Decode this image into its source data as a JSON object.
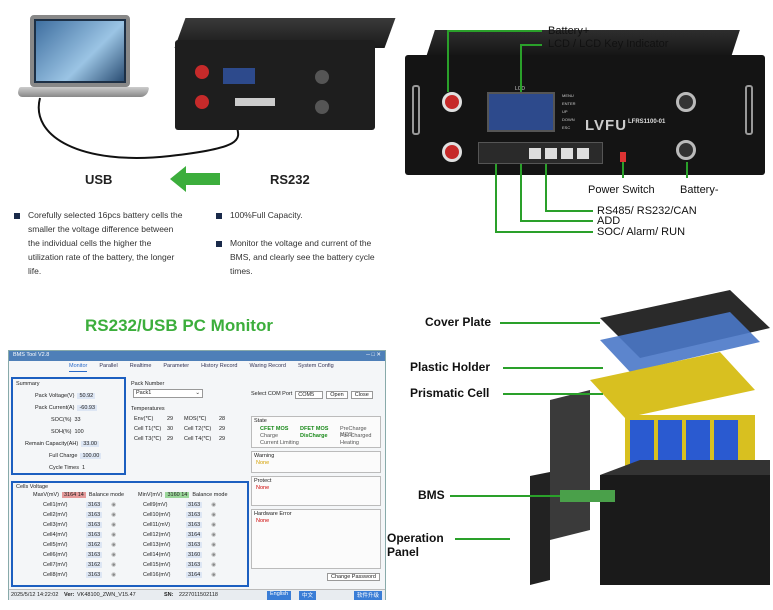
{
  "top_left": {
    "usb_label": "USB",
    "rs232_label": "RS232",
    "bullets_left": [
      "Corefully selected 16pcs battery cells the",
      "smaller the voltage difference between",
      "the individual cells the higher the",
      "utilization rate of the battery, the longer",
      "life."
    ],
    "bullets_right_1": "100%Full Capacity.",
    "bullets_right_2": [
      "Monitor the voltage and current of the",
      "BMS, and clearly see the battery cycle",
      "times."
    ]
  },
  "front_panel": {
    "lcd_label": "LCD",
    "brand": "LVFU",
    "model": "LFRS1100-01",
    "keys": [
      "MENU",
      "ENTER",
      "UP",
      "DOWN",
      "ESC"
    ],
    "callouts": {
      "battery_plus": "Battery+",
      "lcd_key": "LCD / LCD Key Indicator",
      "power_switch": "Power Switch",
      "battery_minus": "Battery-",
      "rs485": "RS485/ RS232/CAN",
      "add": "ADD",
      "soc": "SOC/ Alarm/ RUN"
    }
  },
  "bms_tool": {
    "heading": "RS232/USB PC Monitor",
    "window_title": "BMS Tool V2.8",
    "tabs": [
      "Monitor",
      "Parallel",
      "Realtime",
      "Parameter",
      "History Record",
      "Waring Record",
      "System Config"
    ],
    "summary": {
      "title": "Summary",
      "rows": [
        {
          "label": "Pack Voltage(V)",
          "value": "50.92"
        },
        {
          "label": "Pack Current(A)",
          "value": "-60.93"
        },
        {
          "label": "SOC(%)",
          "value": "33"
        },
        {
          "label": "SOH(%)",
          "value": "100"
        },
        {
          "label": "Remain Capacity(AH)",
          "value": "33.00"
        },
        {
          "label": "Full Charge",
          "value": "100.00"
        },
        {
          "label": "Cycle Times",
          "value": "1"
        }
      ]
    },
    "pack_number_label": "Pack Number",
    "pack_number_value": "Pack1",
    "com_port_label": "Select COM Port",
    "com_port_value": "COM5",
    "open_btn": "Open",
    "close_btn": "Close",
    "temperatures_title": "Temperatures",
    "temps": [
      {
        "label": "Env(℃)",
        "value": "29",
        "label2": "MOS(℃)",
        "value2": "28"
      },
      {
        "label": "Cell T1(℃)",
        "value": "30",
        "label2": "Cell T2(℃)",
        "value2": "29"
      },
      {
        "label": "Cell T3(℃)",
        "value": "29",
        "label2": "Cell T4(℃)",
        "value2": "29"
      }
    ],
    "state_title": "State",
    "state_items": [
      "CFET MOS",
      "DFET MOS",
      "PreCharge MOS",
      "Charge",
      "DisCharge",
      "Full Charged",
      "Current Limiting",
      "",
      "Heating"
    ],
    "warning_title": "Warning",
    "warning_value": "None",
    "protect_title": "Protect",
    "protect_value": "None",
    "hw_error_title": "Hardware Error",
    "hw_error_value": "None",
    "cells_title": "Cells Voltage",
    "max_v_label": "MaxV(mV)",
    "max_v_value": "3164 14",
    "min_v_label": "MinV(mV)",
    "min_v_value": "3160 14",
    "balance_label": "Balance mode",
    "cells_left": [
      {
        "label": "Cell1(mV)",
        "value": "3163"
      },
      {
        "label": "Cell2(mV)",
        "value": "3163"
      },
      {
        "label": "Cell3(mV)",
        "value": "3163"
      },
      {
        "label": "Cell4(mV)",
        "value": "3163"
      },
      {
        "label": "Cell5(mV)",
        "value": "3162"
      },
      {
        "label": "Cell6(mV)",
        "value": "3163"
      },
      {
        "label": "Cell7(mV)",
        "value": "3162"
      },
      {
        "label": "Cell8(mV)",
        "value": "3163"
      }
    ],
    "cells_right": [
      {
        "label": "Cell9(mV)",
        "value": "3163"
      },
      {
        "label": "Cell10(mV)",
        "value": "3163"
      },
      {
        "label": "Cell11(mV)",
        "value": "3163"
      },
      {
        "label": "Cell12(mV)",
        "value": "3164"
      },
      {
        "label": "Cell13(mV)",
        "value": "3163"
      },
      {
        "label": "Cell14(mV)",
        "value": "3160"
      },
      {
        "label": "Cell15(mV)",
        "value": "3163"
      },
      {
        "label": "Cell16(mV)",
        "value": "3164"
      }
    ],
    "change_password": "Change Password",
    "status_time": "2025/5/12 14:22:02",
    "status_ver_label": "Ver:",
    "status_ver": "VK48100_ZWN_V15.47",
    "status_sn_label": "SN:",
    "status_sn": "2227011502118",
    "btn_english": "English",
    "btn_chinese": "中文",
    "btn_upgrade": "软件升级"
  },
  "exploded": {
    "cover_plate": "Cover Plate",
    "plastic_holder": "Plastic Holder",
    "prismatic_cell": "Prismatic Cell",
    "bms": "BMS",
    "operation_panel": "Operation\nPanel"
  },
  "colors": {
    "accent_green": "#2aa02a",
    "heading_green": "#3cae3c",
    "highlight_blue": "#1c5fc0",
    "terminal_red": "#c62a2a"
  }
}
